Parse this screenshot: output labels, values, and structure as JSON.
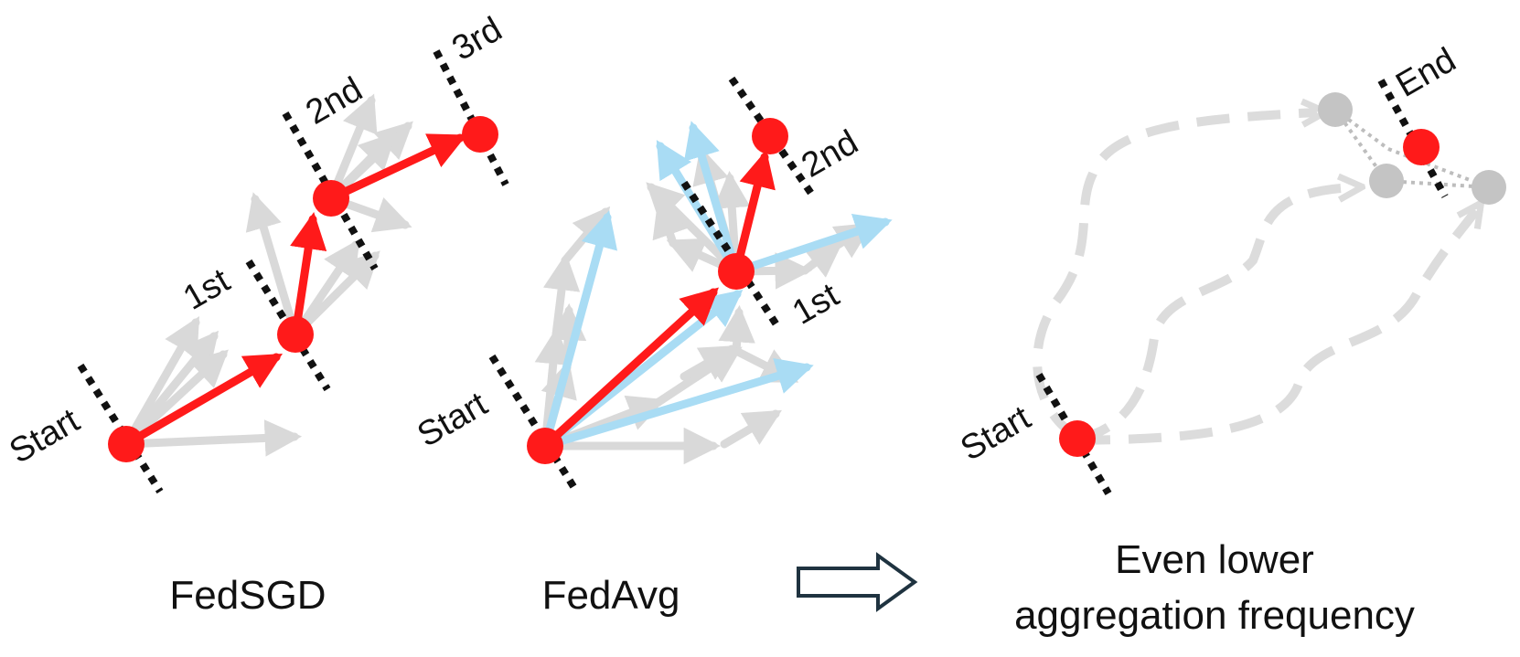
{
  "panels": {
    "fedsgd": {
      "caption": "FedSGD",
      "labels": {
        "start": "Start",
        "first": "1st",
        "second": "2nd",
        "third": "3rd"
      }
    },
    "fedavg": {
      "caption": "FedAvg",
      "labels": {
        "start": "Start",
        "first": "1st",
        "second": "2nd"
      }
    },
    "lower": {
      "caption_line1": "Even lower",
      "caption_line2": "aggregation frequency",
      "labels": {
        "start": "Start",
        "end": "End"
      }
    }
  },
  "colors": {
    "path": "#ff1a1a",
    "client_update": "#d6d6d6",
    "local_update": "#a9dcf4",
    "boundary": "#111111",
    "arrow_outline": "#1f3340",
    "client_node": "#c4c4c4"
  },
  "icons": {
    "transition": "right-arrow-outline-icon"
  }
}
